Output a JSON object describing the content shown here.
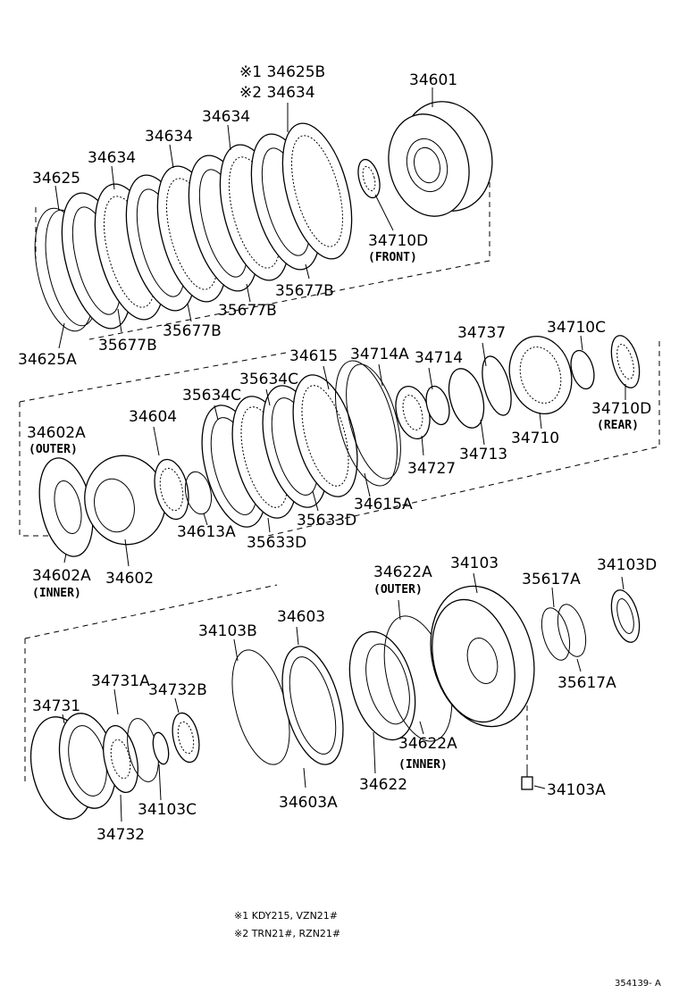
{
  "labels": {
    "p34625B": "※1 34625B",
    "p34634a": "※2 34634",
    "p34601": "34601",
    "p34634b": "34634",
    "p34634c": "34634",
    "p34634d": "34634",
    "p34625": "34625",
    "p34710D_front": "34710D",
    "front": "(FRONT)",
    "p35677B_a": "35677B",
    "p35677B_b": "35677B",
    "p35677B_c": "35677B",
    "p35677B_d": "35677B",
    "p34625A": "34625A",
    "p34615": "34615",
    "p34714A": "34714A",
    "p34714": "34714",
    "p34737": "34737",
    "p34710C": "34710C",
    "p35634C_a": "35634C",
    "p35634C_b": "35634C",
    "p34710D_rear": "34710D",
    "rear": "(REAR)",
    "p34604": "34604",
    "p34602A_outer": "34602A",
    "outer1": "(OUTER)",
    "p34710": "34710",
    "p34713": "34713",
    "p34727": "34727",
    "p34615A": "34615A",
    "p35633D_a": "35633D",
    "p35633D_b": "35633D",
    "p34613A": "34613A",
    "p34602A_inner": "34602A",
    "inner1": "(INNER)",
    "p34602": "34602",
    "p34622A_outer": "34622A",
    "outer2": "(OUTER)",
    "p34103": "34103",
    "p35617A_a": "35617A",
    "p34103D": "34103D",
    "p34103B": "34103B",
    "p34603": "34603",
    "p35617A_b": "35617A",
    "p34731A": "34731A",
    "p34732B": "34732B",
    "p34731": "34731",
    "p34622A_inner": "34622A",
    "inner2": "(INNER)",
    "p34103A": "34103A",
    "p34622": "34622",
    "p34603A": "34603A",
    "p34103C": "34103C",
    "p34732": "34732"
  },
  "notes": {
    "note1": "※1  KDY215, VZN21#",
    "note2": "※2  TRN21#, RZN21#"
  },
  "reference": "354139- A"
}
